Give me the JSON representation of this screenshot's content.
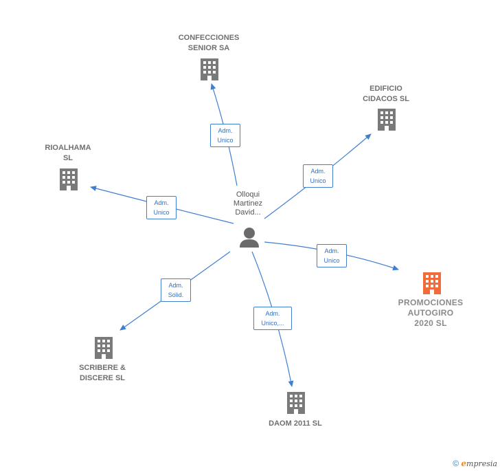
{
  "center": {
    "name": "Olloqui\nMartinez\nDavid..."
  },
  "companies": [
    {
      "id": "confecciones",
      "name": "CONFECCIONES\nSENIOR SA",
      "highlight": false
    },
    {
      "id": "edificio",
      "name": "EDIFICIO\nCIDACOS  SL",
      "highlight": false
    },
    {
      "id": "rioalhama",
      "name": "RIOALHAMA\nSL",
      "highlight": false
    },
    {
      "id": "promociones",
      "name": "PROMOCIONES\nAUTOGIRO\n2020  SL",
      "highlight": true
    },
    {
      "id": "scribere",
      "name": "SCRIBERE &\nDISCERE  SL",
      "highlight": false
    },
    {
      "id": "daom",
      "name": "DAOM 2011 SL",
      "highlight": false
    }
  ],
  "edges": [
    {
      "to": "confecciones",
      "label": "Adm.\nUnico"
    },
    {
      "to": "edificio",
      "label": "Adm.\nUnico"
    },
    {
      "to": "rioalhama",
      "label": "Adm.\nUnico"
    },
    {
      "to": "promociones",
      "label": "Adm.\nUnico"
    },
    {
      "to": "scribere",
      "label": "Adm.\nSolid."
    },
    {
      "to": "daom",
      "label": "Adm.\nUnico,..."
    }
  ],
  "colors": {
    "building": "#7a7a7a",
    "highlight": "#f26b3a",
    "edge": "#3f7fd0",
    "person": "#6a6a6a"
  },
  "footer": {
    "copyright": "©",
    "brand_initial": "e",
    "brand_rest": "mpresia"
  }
}
